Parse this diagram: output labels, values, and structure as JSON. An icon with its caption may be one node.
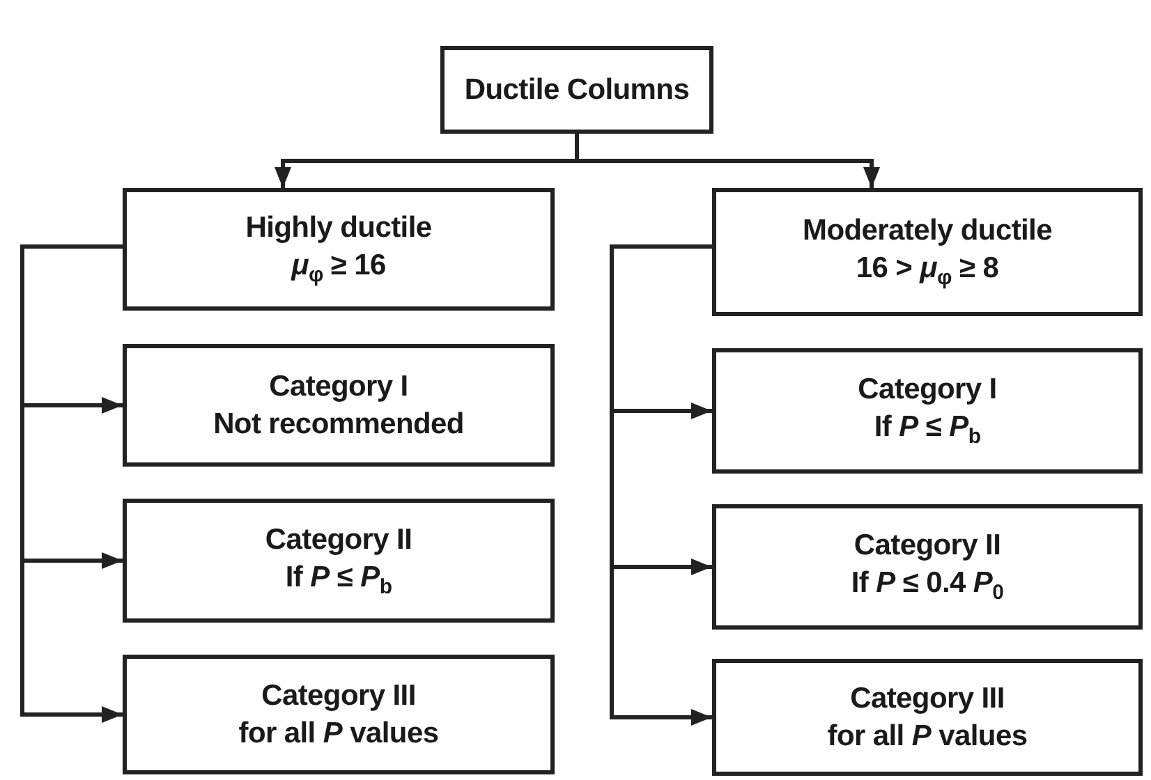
{
  "diagram": {
    "nodes": [
      {
        "text": [
          "Ductile Columns"
        ]
      },
      {
        "text": [
          "Highly ductile",
          "*μ*$_{φ}$ ≥ 16"
        ]
      },
      {
        "text": [
          "Moderately ductile",
          "16 > *μ*$_{φ}$ ≥ 8"
        ]
      },
      {
        "text": [
          "Category I",
          "Not recommended"
        ]
      },
      {
        "text": [
          "Category II",
          "If *P* ≤ *P*$_{b}$"
        ]
      },
      {
        "text": [
          "Category III",
          "for all *P* values"
        ]
      },
      {
        "text": [
          "Category I",
          "If *P* ≤ *P*$_{b}$"
        ]
      },
      {
        "text": [
          "Category II",
          "If *P* ≤ 0.4 *P*$_{0}$"
        ]
      },
      {
        "text": [
          "Category III",
          "for all *P* values"
        ]
      }
    ],
    "edges": [
      {
        "from": 0,
        "to": 1,
        "arrow": "to"
      },
      {
        "from": 0,
        "to": 2,
        "arrow": "to"
      },
      {
        "from": 1,
        "to": 3,
        "arrow": "to"
      },
      {
        "from": 1,
        "to": 4,
        "arrow": "to"
      },
      {
        "from": 1,
        "to": 5,
        "arrow": "to"
      },
      {
        "from": 2,
        "to": 6,
        "arrow": "to"
      },
      {
        "from": 2,
        "to": 7,
        "arrow": "to"
      },
      {
        "from": 2,
        "to": 8,
        "arrow": "to"
      }
    ]
  }
}
